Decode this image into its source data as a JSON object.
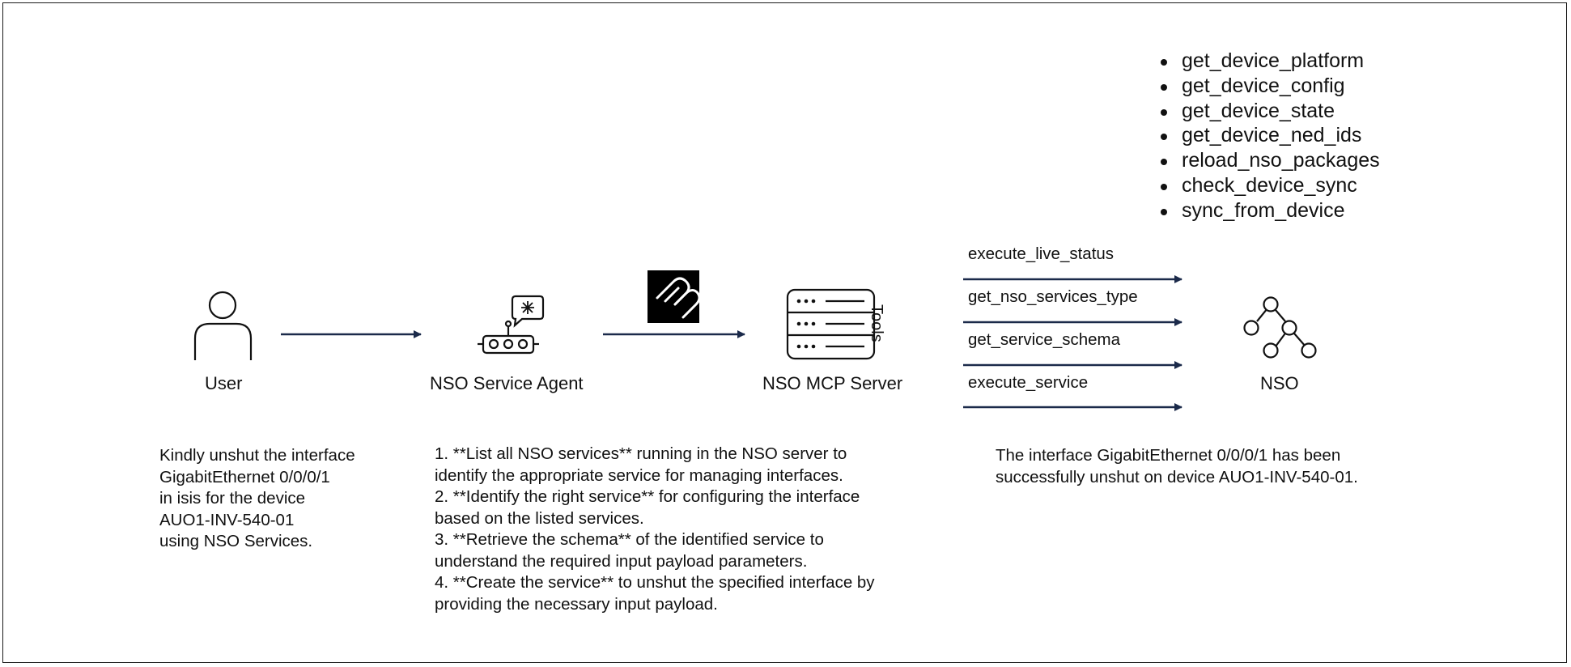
{
  "nodes": {
    "user": {
      "label": "User",
      "icon": "user-icon"
    },
    "agent": {
      "label": "NSO Service Agent",
      "icon": "robot-agent-icon"
    },
    "mcp_server": {
      "label": "NSO MCP Server",
      "icon": "server-icon",
      "side_label": "Tools"
    },
    "nso": {
      "label": "NSO",
      "icon": "network-tree-icon"
    },
    "mcp_logo": {
      "icon": "mcp-logo-icon"
    }
  },
  "user_prompt": {
    "lines": [
      "Kindly unshut the interface",
      "GigabitEthernet 0/0/0/1",
      "in isis for the device",
      "AUO1-INV-540-01",
      "using NSO Services."
    ]
  },
  "agent_plan": {
    "lines": [
      "1. **List all NSO services** running in the NSO server to",
      "identify the appropriate service for managing interfaces.",
      "2. **Identify the right service** for configuring the interface",
      "based on the listed services.",
      "3. **Retrieve the schema** of the identified service to",
      "understand the required input payload parameters.",
      "4. **Create the service** to unshut the specified interface by",
      "providing the necessary input payload."
    ]
  },
  "result": {
    "lines": [
      "The interface GigabitEthernet 0/0/0/1 has been",
      "successfully unshut on device AUO1-INV-540-01."
    ]
  },
  "tool_calls": [
    "execute_live_status",
    "get_nso_services_type",
    "get_service_schema",
    "execute_service"
  ],
  "available_tools": [
    "get_device_platform",
    "get_device_config",
    "get_device_state",
    "get_device_ned_ids",
    "reload_nso_packages",
    "check_device_sync",
    "sync_from_device"
  ],
  "colors": {
    "line": "#111111",
    "arrow": "#1b2a4a",
    "logo_bg": "#000000",
    "logo_fg": "#ffffff"
  }
}
